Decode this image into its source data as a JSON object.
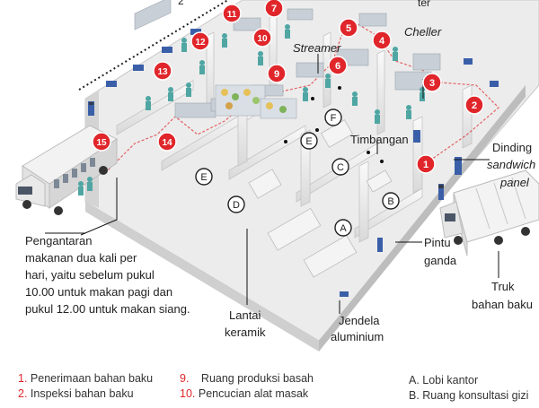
{
  "top_labels": {
    "left_fragment": "2",
    "right_fragment": "ter"
  },
  "markers_red": [
    {
      "n": "1"
    },
    {
      "n": "2"
    },
    {
      "n": "3"
    },
    {
      "n": "4"
    },
    {
      "n": "5"
    },
    {
      "n": "6"
    },
    {
      "n": "7"
    },
    {
      "n": "9"
    },
    {
      "n": "10"
    },
    {
      "n": "11"
    },
    {
      "n": "12"
    },
    {
      "n": "13"
    },
    {
      "n": "14"
    },
    {
      "n": "15"
    }
  ],
  "markers_letter": [
    {
      "l": "A"
    },
    {
      "l": "B"
    },
    {
      "l": "C"
    },
    {
      "l": "D"
    },
    {
      "l": "E"
    },
    {
      "l": "E"
    },
    {
      "l": "F"
    }
  ],
  "callouts": {
    "chiller": "Cheller",
    "streamer": "Streamer",
    "scale": "Timbangan",
    "wall_line1": "Dinding",
    "wall_line2": "sandwich",
    "wall_line3": "panel",
    "door_line1": "Pintu",
    "door_line2": "ganda",
    "truck_line1": "Truk",
    "truck_line2": "bahan baku",
    "floor_line1": "Lantai",
    "floor_line2": "keramik",
    "window_line1": "Jendela",
    "window_line2": "aluminium",
    "delivery_lines": [
      "Pengantaran",
      "makanan dua kali per",
      "hari, yaitu sebelum pukul",
      "10.00 untuk makan pagi dan",
      "pukul 12.00 untuk makan siang."
    ]
  },
  "legend": {
    "numbered": [
      {
        "num": "1.",
        "text": "Penerimaan bahan baku"
      },
      {
        "num": "2.",
        "text": "Inspeksi bahan baku"
      },
      {
        "num": "9.",
        "text": "Ruang produksi basah"
      },
      {
        "num": "10.",
        "text": "Pencucian alat masak"
      }
    ],
    "lettered": [
      {
        "text": "A. Lobi kantor"
      },
      {
        "text": "B. Ruang konsultasi gizi"
      }
    ]
  },
  "colors": {
    "red_marker": "#e0262b",
    "red_text": "#e0262b",
    "wall": "#f2f2f2",
    "floor": "#e9e9e9",
    "window_blue": "#3a5fa8",
    "door_blue": "#2b4f9a"
  }
}
